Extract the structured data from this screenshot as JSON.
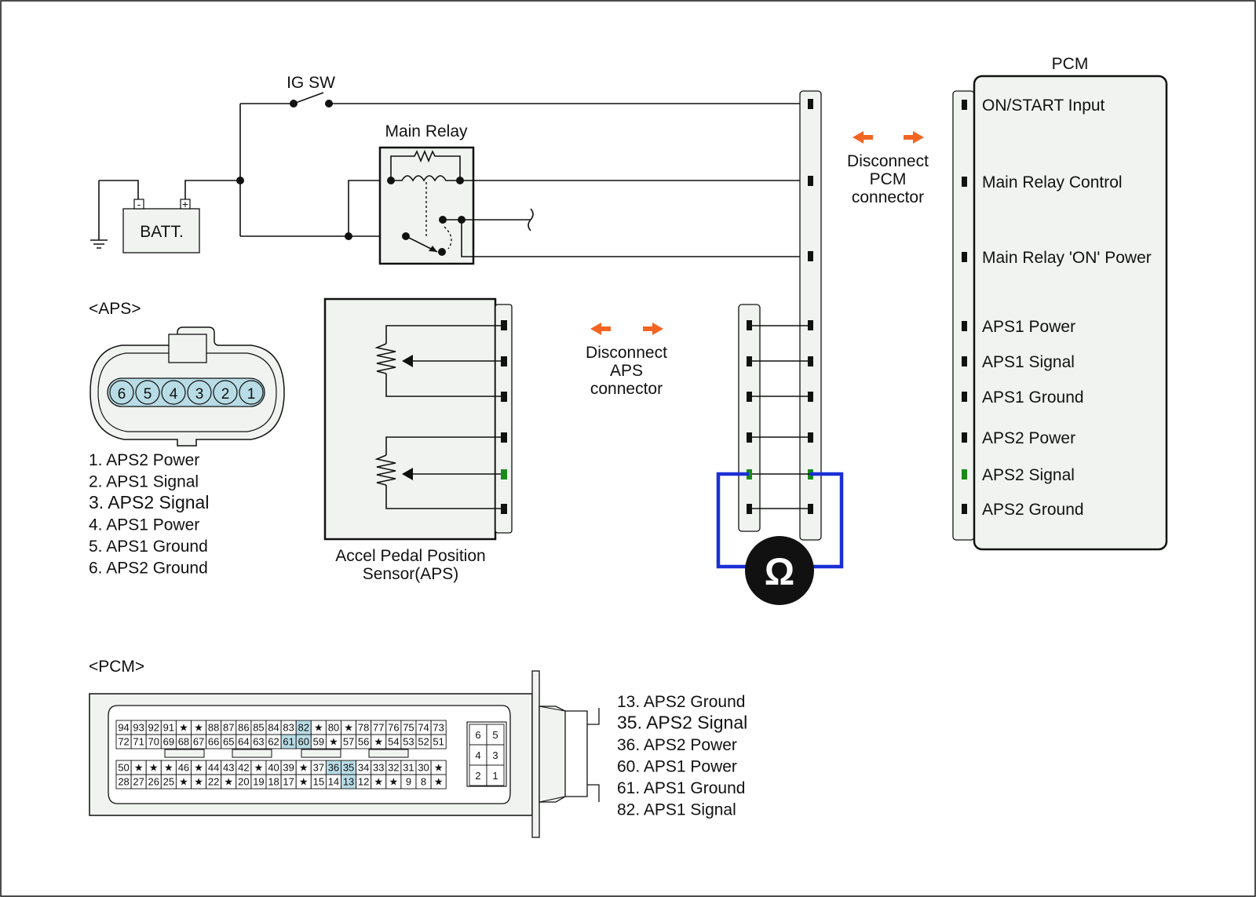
{
  "colors": {
    "highlight": "#1a8a1a",
    "arrow": "#f26522",
    "meter_wire": "#1a2fd6",
    "cavity_fill": "#b8dce6"
  },
  "labels": {
    "ig_sw": "IG SW",
    "main_relay": "Main Relay",
    "batt": "BATT.",
    "batt_minus": "-",
    "batt_plus": "+",
    "pcm_title": "PCM",
    "aps_section": "<APS>",
    "pcm_section": "<PCM>",
    "aps_sensor_line1": "Accel Pedal Position",
    "aps_sensor_line2": "Sensor(APS)",
    "disconnect_pcm": [
      "Disconnect",
      "PCM",
      "connector"
    ],
    "disconnect_aps": [
      "Disconnect",
      "APS",
      "connector"
    ],
    "ohm_symbol": "Ω"
  },
  "pcm_pins": [
    {
      "label": "ON/START Input",
      "highlight": false
    },
    {
      "label": "Main Relay Control",
      "highlight": false
    },
    {
      "label": "Main Relay 'ON' Power",
      "highlight": false
    },
    {
      "label": "APS1 Power",
      "highlight": false
    },
    {
      "label": "APS1 Signal",
      "highlight": false
    },
    {
      "label": "APS1 Ground",
      "highlight": false
    },
    {
      "label": "APS2 Power",
      "highlight": false
    },
    {
      "label": "APS2 Signal",
      "highlight": true
    },
    {
      "label": "APS2 Ground",
      "highlight": false
    }
  ],
  "aps_connector_cavities": [
    "6",
    "5",
    "4",
    "3",
    "2",
    "1"
  ],
  "aps_legend": [
    {
      "text": "1. APS2 Power",
      "highlight": false
    },
    {
      "text": "2. APS1 Signal",
      "highlight": false
    },
    {
      "text": "3. APS2 Signal",
      "highlight": true
    },
    {
      "text": "4. APS1 Power",
      "highlight": false
    },
    {
      "text": "5. APS1 Ground",
      "highlight": false
    },
    {
      "text": "6. APS2 Ground",
      "highlight": false
    }
  ],
  "pcm_legend": [
    {
      "text": "13. APS2 Ground",
      "highlight": false
    },
    {
      "text": "35. APS2 Signal",
      "highlight": true
    },
    {
      "text": "36. APS2 Power",
      "highlight": false
    },
    {
      "text": "60. APS1 Power",
      "highlight": false
    },
    {
      "text": "61. APS1 Ground",
      "highlight": false
    },
    {
      "text": "82. APS1 Signal",
      "highlight": false
    }
  ],
  "pcm_connector": {
    "top_rows": [
      [
        "94",
        "93",
        "92",
        "91",
        "★",
        "★",
        "88",
        "87",
        "86",
        "85",
        "84",
        "83",
        "82",
        "★",
        "80",
        "★",
        "78",
        "77",
        "76",
        "75",
        "74",
        "73"
      ],
      [
        "72",
        "71",
        "70",
        "69",
        "68",
        "67",
        "66",
        "65",
        "64",
        "63",
        "62",
        "61",
        "60",
        "59",
        "★",
        "57",
        "56",
        "★",
        "54",
        "53",
        "52",
        "51"
      ]
    ],
    "bottom_rows": [
      [
        "50",
        "★",
        "★",
        "★",
        "46",
        "★",
        "44",
        "43",
        "42",
        "★",
        "40",
        "39",
        "★",
        "37",
        "36",
        "35",
        "34",
        "33",
        "32",
        "31",
        "30",
        "★"
      ],
      [
        "28",
        "27",
        "26",
        "25",
        "★",
        "★",
        "22",
        "★",
        "20",
        "19",
        "18",
        "17",
        "★",
        "15",
        "14",
        "13",
        "12",
        "★",
        "★",
        "9",
        "8",
        "★"
      ]
    ],
    "highlighted": [
      "82",
      "61",
      "60",
      "36",
      "35",
      "13"
    ],
    "small_block": [
      [
        "6",
        "5"
      ],
      [
        "4",
        "3"
      ],
      [
        "2",
        "1"
      ]
    ]
  }
}
